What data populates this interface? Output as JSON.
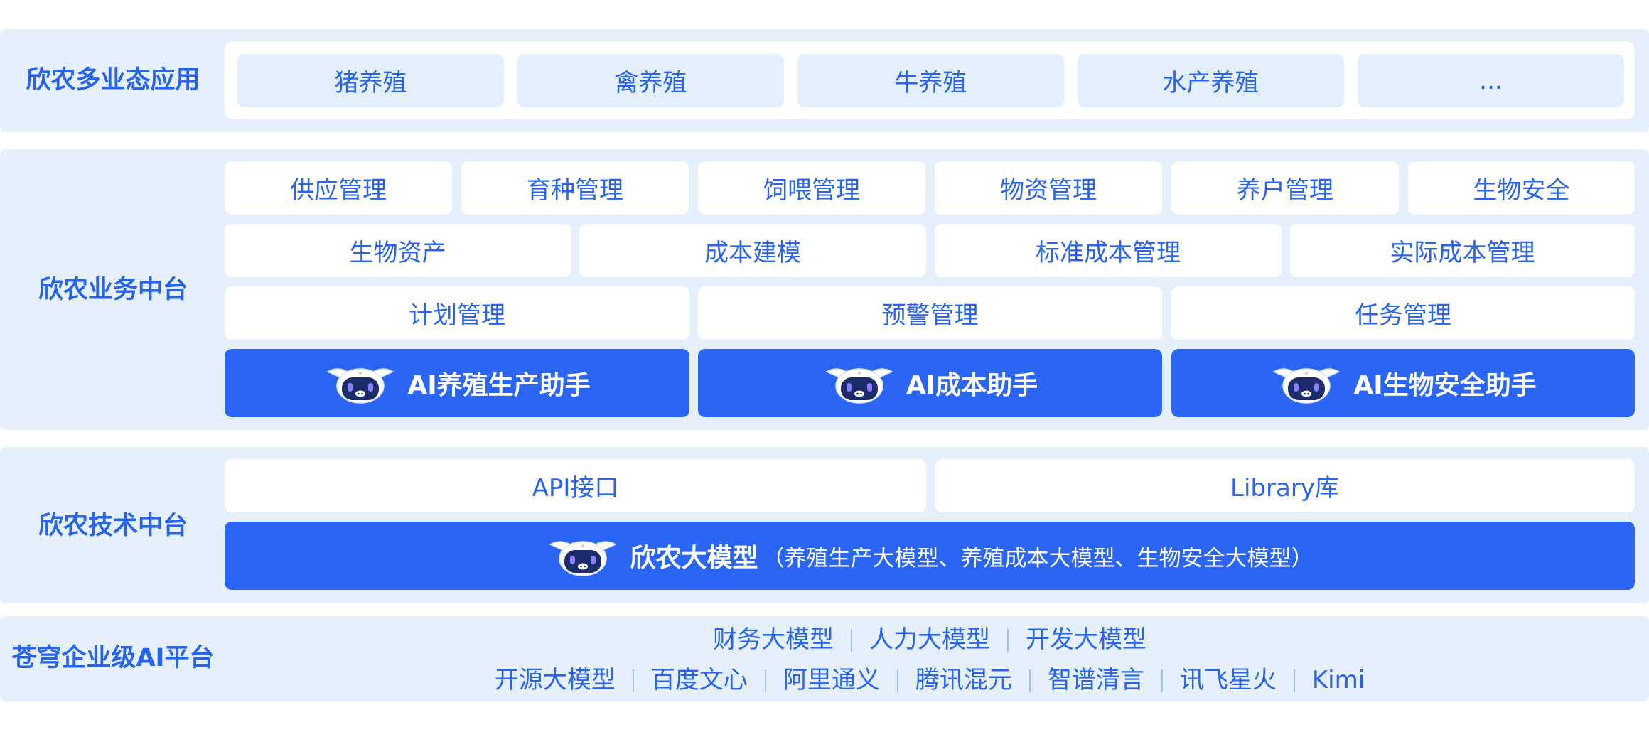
{
  "colors": {
    "accent": "#2a66f3",
    "band_bg": "#e6f0fd",
    "cell_light": "#e3effd",
    "text": "#2864ee",
    "white": "#ffffff"
  },
  "layer1": {
    "label": "欣农多业态应用",
    "items": [
      "猪养殖",
      "禽养殖",
      "牛养殖",
      "水产养殖",
      "..."
    ]
  },
  "layer2": {
    "label": "欣农业务中台",
    "row1": [
      "供应管理",
      "育种管理",
      "饲喂管理",
      "物资管理",
      "养户管理",
      "生物安全"
    ],
    "row2": [
      "生物资产",
      "成本建模",
      "标准成本管理",
      "实际成本管理"
    ],
    "row3": [
      "计划管理",
      "预警管理",
      "任务管理"
    ],
    "assistants": [
      "AI养殖生产助手",
      "AI成本助手",
      "AI生物安全助手"
    ]
  },
  "layer3": {
    "label": "欣农技术中台",
    "items": [
      "API接口",
      "Library库"
    ],
    "model_title": "欣农大模型",
    "model_subtitle": "（养殖生产大模型、养殖成本大模型、生物安全大模型）"
  },
  "layer4": {
    "label": "苍穹企业级AI平台",
    "row1": [
      "财务大模型",
      "人力大模型",
      "开发大模型"
    ],
    "row2": [
      "开源大模型",
      "百度文心",
      "阿里通义",
      "腾讯混元",
      "智谱清言",
      "讯飞星火",
      "Kimi"
    ]
  },
  "icons": {
    "mascot": "pig-mascot-icon"
  }
}
